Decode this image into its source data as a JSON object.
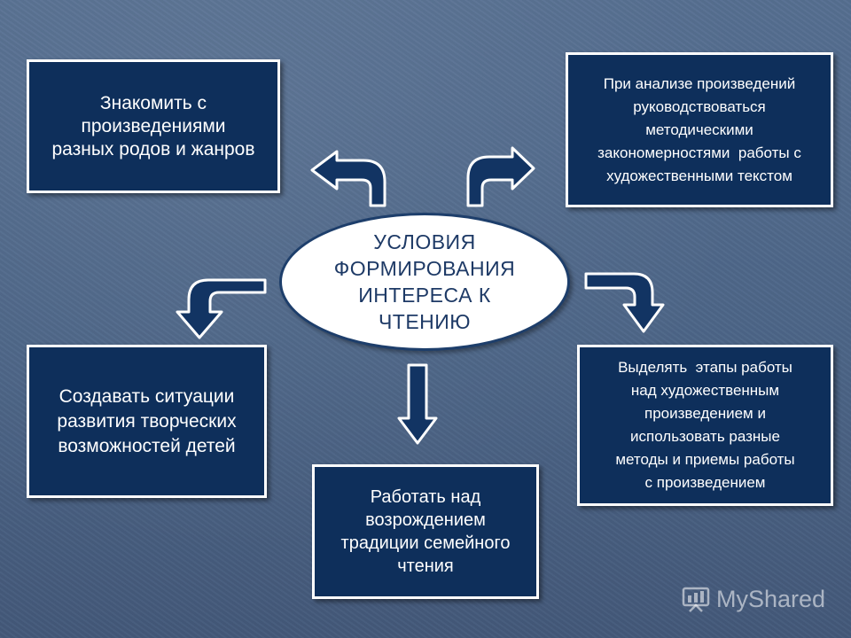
{
  "center": {
    "lines": [
      "УСЛОВИЯ",
      "ФОРМИРОВАНИЯ",
      "ИНТЕРЕСА К",
      "ЧТЕНИЮ"
    ]
  },
  "boxes": {
    "top_left": {
      "lines": [
        "Знакомить с",
        "произведениями",
        "разных родов и жанров"
      ]
    },
    "top_right": {
      "lines": [
        "При анализе произведений",
        "руководствоваться",
        "методическими",
        "закономерностями  работы с",
        "художественными текстом"
      ]
    },
    "left": {
      "lines": [
        "Создавать ситуации",
        "развития творческих",
        "возможностей детей"
      ]
    },
    "bottom": {
      "lines": [
        "Работать над",
        "возрождением",
        "традиции семейного",
        "чтения"
      ]
    },
    "right": {
      "lines": [
        "Выделять  этапы работы",
        "над художественным",
        "произведением и",
        "использовать разные",
        "методы и приемы работы",
        "с произведением"
      ]
    }
  },
  "watermark": {
    "text": "MyShared",
    "icon": "presentation-icon"
  },
  "colors": {
    "box_fill": "#0e2f5b",
    "box_border": "#ffffff",
    "center_fill": "#ffffff",
    "center_text": "#1e3a66",
    "background": "#4c6587"
  }
}
